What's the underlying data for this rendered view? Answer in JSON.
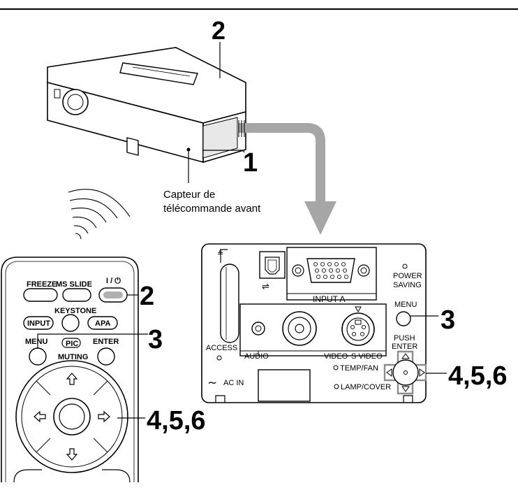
{
  "callouts": {
    "top_two": "2",
    "projector_one": "1",
    "remote_two": "2",
    "remote_three": "3",
    "remote_456": "4,5,6",
    "panel_three": "3",
    "panel_456": "4,5,6"
  },
  "sensor_label": {
    "line1": "Capteur de",
    "line2": "télécommande avant"
  },
  "remote": {
    "freeze": "FREEZE",
    "ms_slide": "MS SLIDE",
    "power": "I / ⏻",
    "keystone": "KEYSTONE",
    "input": "INPUT",
    "apa": "APA",
    "menu": "MENU",
    "pic": "PIC",
    "enter": "ENTER",
    "muting": "MUTING"
  },
  "panel": {
    "power_saving_1": "POWER",
    "power_saving_2": "SAVING",
    "input_a": "INPUT A",
    "menu": "MENU",
    "push": "PUSH",
    "enter": "ENTER",
    "access": "ACCESS",
    "audio": "AUDIO",
    "video": "VIDEO",
    "s_video": "S VIDEO",
    "temp_fan": "TEMP/FAN",
    "lamp_cover": "LAMP/COVER",
    "ac_in": "AC IN",
    "usb_symbol": "⇌"
  },
  "colors": {
    "arrow": "#a6a6a6",
    "line": "#000000"
  }
}
